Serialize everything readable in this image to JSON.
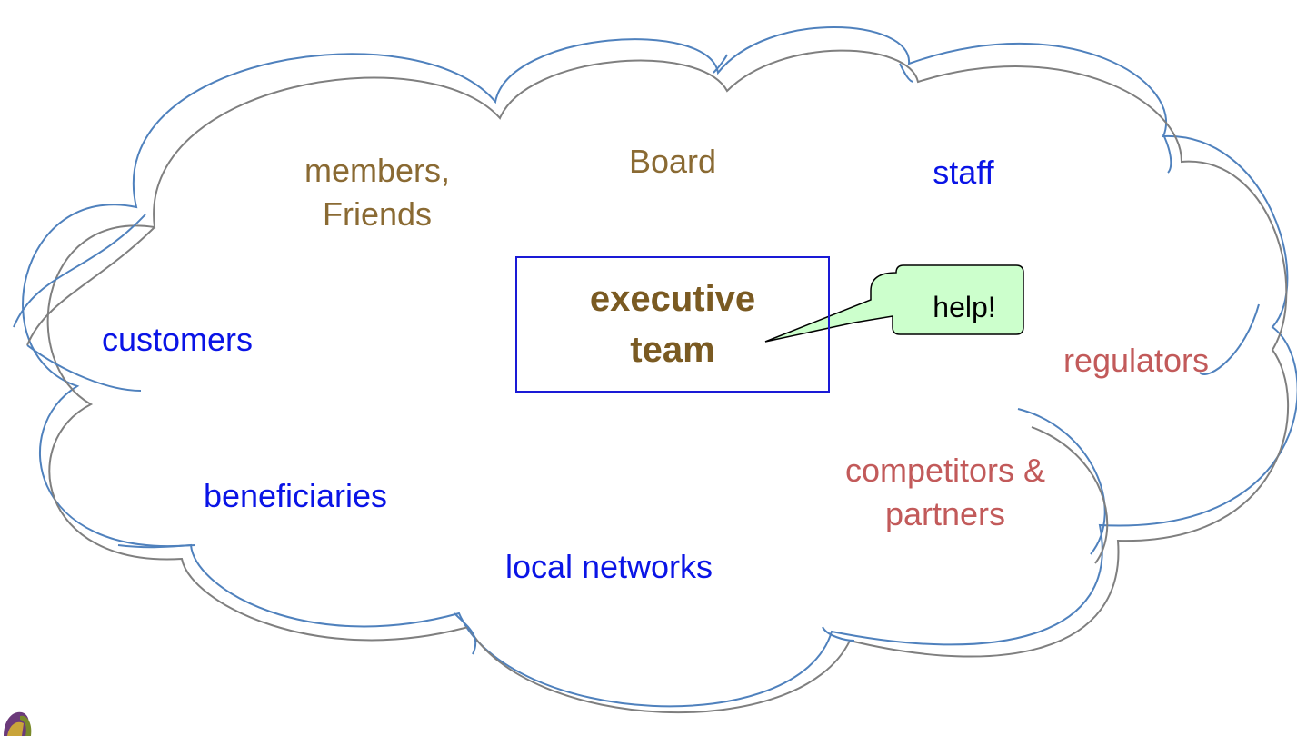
{
  "labels": {
    "members": "members,\nFriends",
    "board": "Board",
    "staff": "staff",
    "customers": "customers",
    "regulators": "regulators",
    "competitors": "competitors &\npartners",
    "beneficiaries": "beneficiaries",
    "local_networks": "local networks"
  },
  "center": {
    "title": "executive\nteam"
  },
  "callout": {
    "text": "help!"
  },
  "colors": {
    "cloud_outer": "#4f81bd",
    "cloud_inner": "#7f7f7f",
    "brown": "#8a6a33",
    "blue": "#0a14e6",
    "red": "#c25a5a",
    "callout_fill": "#ccffcc"
  }
}
